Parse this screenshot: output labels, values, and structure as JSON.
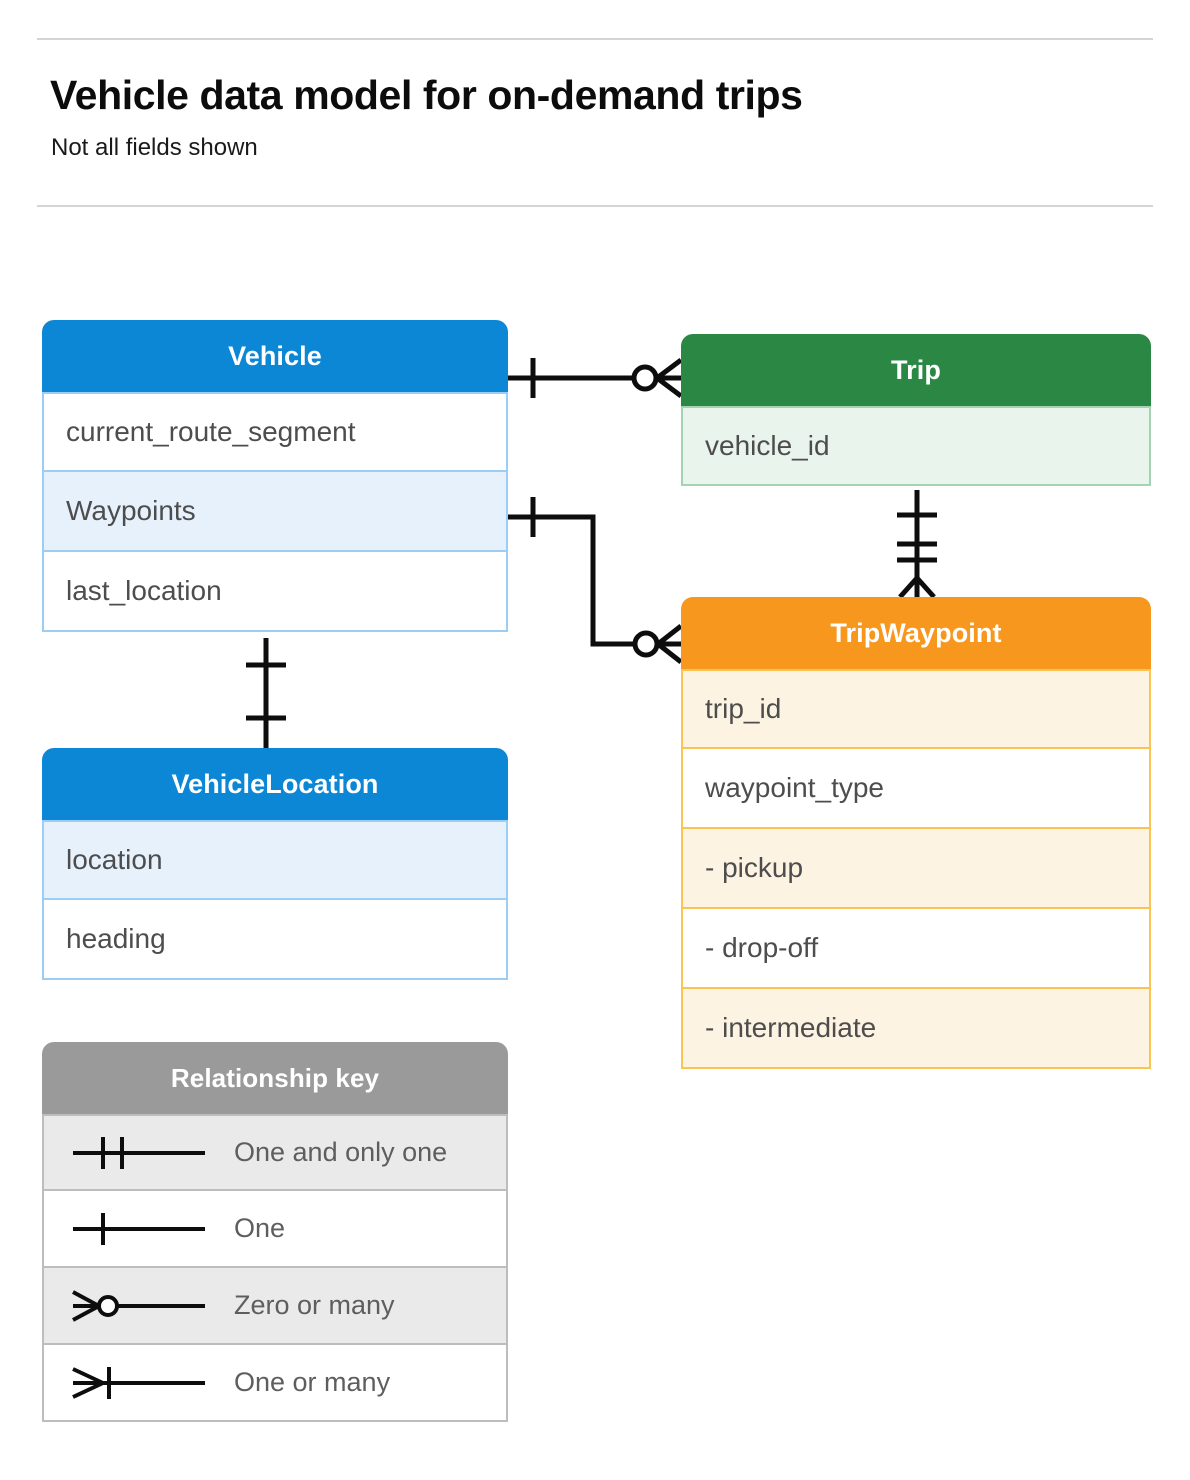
{
  "header": {
    "title": "Vehicle data model for on-demand trips",
    "subtitle": "Not all fields shown"
  },
  "colors": {
    "vehicle_header": "#0b87d6",
    "vehicle_row_alt": "#e6f1fc",
    "vehicle_border": "#9ccdf5",
    "trip_header": "#2a8844",
    "trip_row_alt": "#e9f4ec",
    "trip_border": "#a3d3b0",
    "waypoint_header": "#f7971d",
    "waypoint_row_alt": "#fdf3e3",
    "waypoint_border": "#fbc354",
    "legend_header": "#9a9a9a",
    "legend_row_alt": "#eaeaea",
    "legend_border": "#bdbdbd",
    "connector": "#0d0d0d"
  },
  "entities": [
    {
      "id": "vehicle",
      "title": "Vehicle",
      "fields": [
        "current_route_segment",
        "Waypoints",
        "last_location"
      ]
    },
    {
      "id": "vehiclelocation",
      "title": "VehicleLocation",
      "fields": [
        "location",
        "heading"
      ]
    },
    {
      "id": "trip",
      "title": "Trip",
      "fields": [
        "vehicle_id"
      ]
    },
    {
      "id": "tripwaypoint",
      "title": "TripWaypoint",
      "fields": [
        "trip_id",
        "waypoint_type",
        "-  pickup",
        "-  drop-off",
        "-  intermediate"
      ]
    }
  ],
  "legend": {
    "title": "Relationship key",
    "rows": [
      {
        "symbol": "one-and-only-one-icon",
        "label": "One and only one"
      },
      {
        "symbol": "one-icon",
        "label": "One"
      },
      {
        "symbol": "zero-or-many-icon",
        "label": "Zero or many"
      },
      {
        "symbol": "one-or-many-icon",
        "label": "One or many"
      }
    ]
  },
  "relationships": [
    {
      "from": "Vehicle",
      "to": "Trip",
      "from_cardinality": "One",
      "to_cardinality": "Zero or many"
    },
    {
      "from": "Vehicle.Waypoints",
      "to": "TripWaypoint",
      "from_cardinality": "One",
      "to_cardinality": "Zero or many"
    },
    {
      "from": "Vehicle",
      "to": "VehicleLocation",
      "from_cardinality": "One",
      "to_cardinality": "One"
    },
    {
      "from": "Trip",
      "to": "TripWaypoint",
      "from_cardinality": "One and only one",
      "to_cardinality": "One or many"
    }
  ]
}
